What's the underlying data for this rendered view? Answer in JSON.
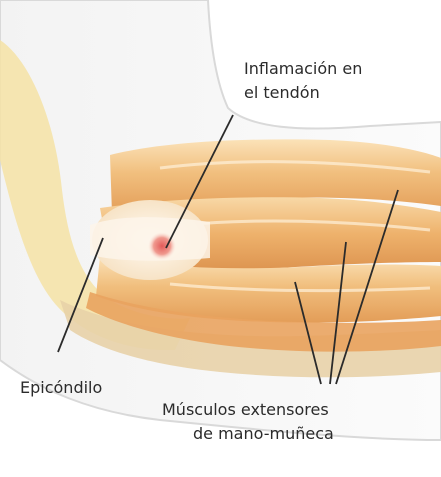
{
  "labels": {
    "inflammation_line1": "Inflamación en",
    "inflammation_line2": "el tendón",
    "epicondyle": "Epicóndilo",
    "muscles_line1": "Músculos extensores",
    "muscles_line2": "de mano-muñeca"
  },
  "colors": {
    "muscle_light": "#f6d29a",
    "muscle_mid": "#eeb470",
    "muscle_dark": "#d98f4a",
    "tendon": "#fbf3e6",
    "bone": "#f3dc8f",
    "skin_shadow": "#dcdcdc",
    "inflammation": "#e46f6a",
    "leader_line": "#2b2b2b"
  }
}
